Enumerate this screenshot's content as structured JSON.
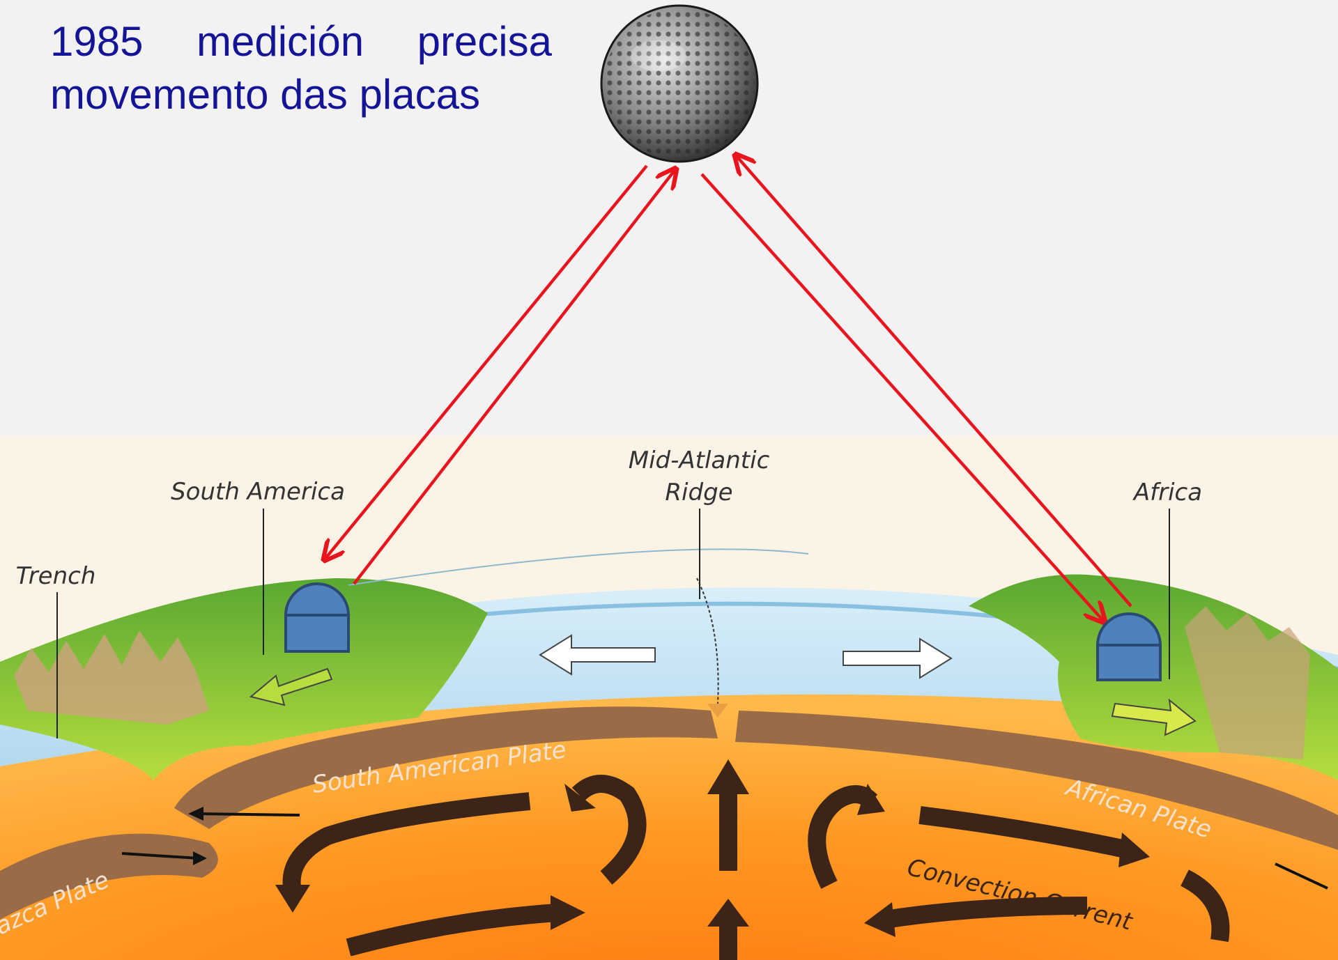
{
  "caption": {
    "words_line1": [
      "1985",
      "medición",
      "precisa"
    ],
    "line2": "movemento das placas"
  },
  "labels": {
    "south_america": "South America",
    "mid_atlantic_line1": "Mid-Atlantic",
    "mid_atlantic_line2": "Ridge",
    "africa": "Africa",
    "trench": "Trench",
    "south_american_plate": "South American Plate",
    "african_plate": "African Plate",
    "nazca_plate": "azca Plate",
    "convection_current": "Convection Current"
  },
  "colors": {
    "caption_text": "#141496",
    "signal_arrows": "#e8141e",
    "station": "#4f81bd",
    "ocean": "#cbe5f3",
    "land": "#7cc13a",
    "plate": "#9a6b47",
    "mantle": "#f08a1c"
  },
  "icons": [
    "satellite-icon",
    "ground-station-icon"
  ]
}
